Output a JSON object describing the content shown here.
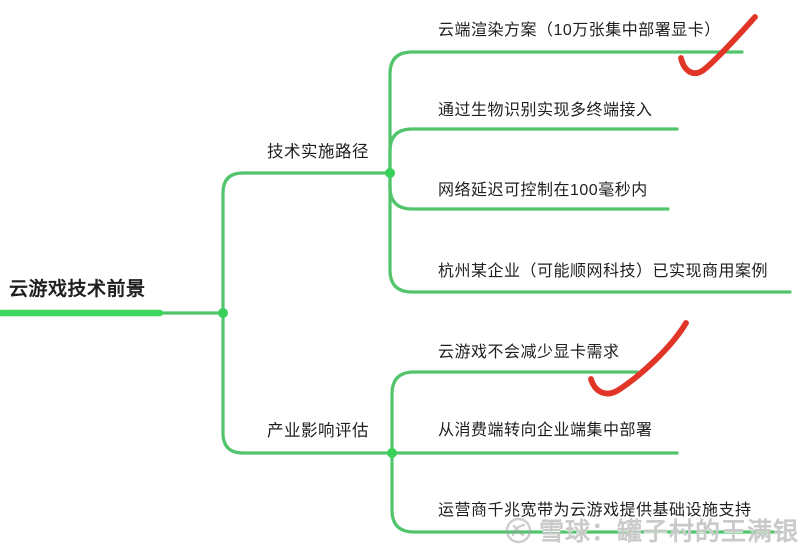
{
  "mindmap": {
    "root": {
      "label": "云游戏技术前景"
    },
    "branches": [
      {
        "label": "技术实施路径",
        "children": [
          {
            "label": "云端渲染方案（10万张集中部署显卡）",
            "marked": true
          },
          {
            "label": "通过生物识别实现多终端接入",
            "marked": false
          },
          {
            "label": "网络延迟可控制在100毫秒内",
            "marked": false
          },
          {
            "label": "杭州某企业（可能顺网科技）已实现商用案例",
            "marked": false
          }
        ]
      },
      {
        "label": "产业影响评估",
        "children": [
          {
            "label": "云游戏不会减少显卡需求",
            "marked": true
          },
          {
            "label": "从消费端转向企业端集中部署",
            "marked": false
          },
          {
            "label": "运营商千兆宽带为云游戏提供基础设施支持",
            "marked": false
          }
        ]
      }
    ]
  },
  "annotations": {
    "checkmark_color": "#e13528",
    "checked_nodes": [
      "云端渲染方案（10万张集中部署显卡）",
      "云游戏不会减少显卡需求"
    ]
  },
  "watermark": {
    "text": "雪球：罐子村的王满银",
    "logo": "xueqiu-logo"
  },
  "colors": {
    "line_green": "#52c56c",
    "root_line_green": "#3ed65c",
    "dot_green": "#38d058",
    "text": "#1f1f1f"
  }
}
